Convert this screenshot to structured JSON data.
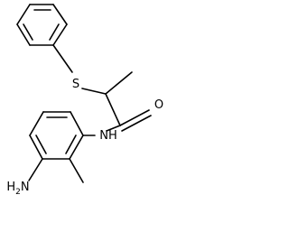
{
  "molecule": {
    "atoms": {
      "sulfur": "S",
      "oxygen": "O",
      "amide_nh": "NH",
      "amine": "H2N",
      "amine_h": "H",
      "amine_sub": "2",
      "amine_n": "N"
    }
  }
}
